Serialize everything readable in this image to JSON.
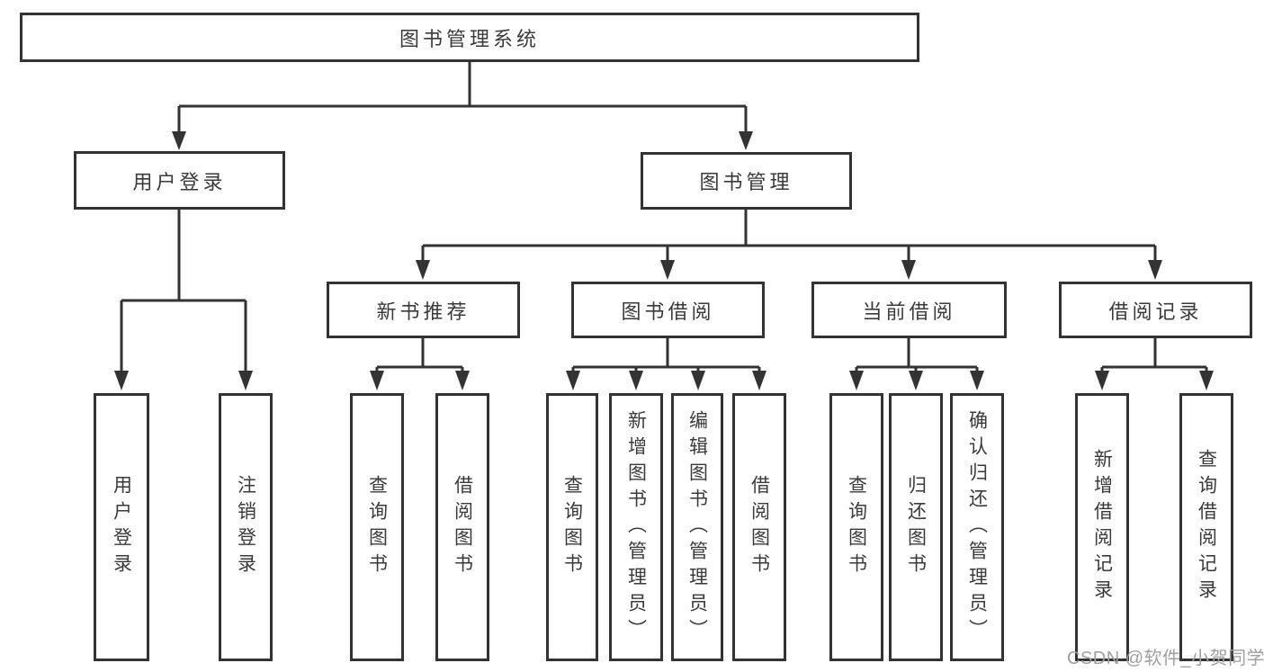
{
  "tree": {
    "root": {
      "label": "图书管理系统"
    },
    "branches": [
      {
        "label": "用户登录",
        "children": [
          {
            "label": "用户登录"
          },
          {
            "label": "注销登录"
          }
        ]
      },
      {
        "label": "图书管理",
        "children": [
          {
            "label": "新书推荐",
            "children": [
              {
                "label": "查询图书"
              },
              {
                "label": "借阅图书"
              }
            ]
          },
          {
            "label": "图书借阅",
            "children": [
              {
                "label": "查询图书"
              },
              {
                "label": "新增图书（管理员）"
              },
              {
                "label": "编辑图书（管理员）"
              },
              {
                "label": "借阅图书"
              }
            ]
          },
          {
            "label": "当前借阅",
            "children": [
              {
                "label": "查询图书"
              },
              {
                "label": "归还图书"
              },
              {
                "label": "确认归还（管理员）"
              }
            ]
          },
          {
            "label": "借阅记录",
            "children": [
              {
                "label": "新增借阅记录"
              },
              {
                "label": "查询借阅记录"
              }
            ]
          }
        ]
      }
    ]
  },
  "watermark": {
    "text": "CSDN @软件_小贺同学"
  },
  "colors": {
    "line": "#333333",
    "box_border": "#333333",
    "text": "#3a3a3a",
    "watermark": "#9f9f9f",
    "background": "#ffffff"
  }
}
